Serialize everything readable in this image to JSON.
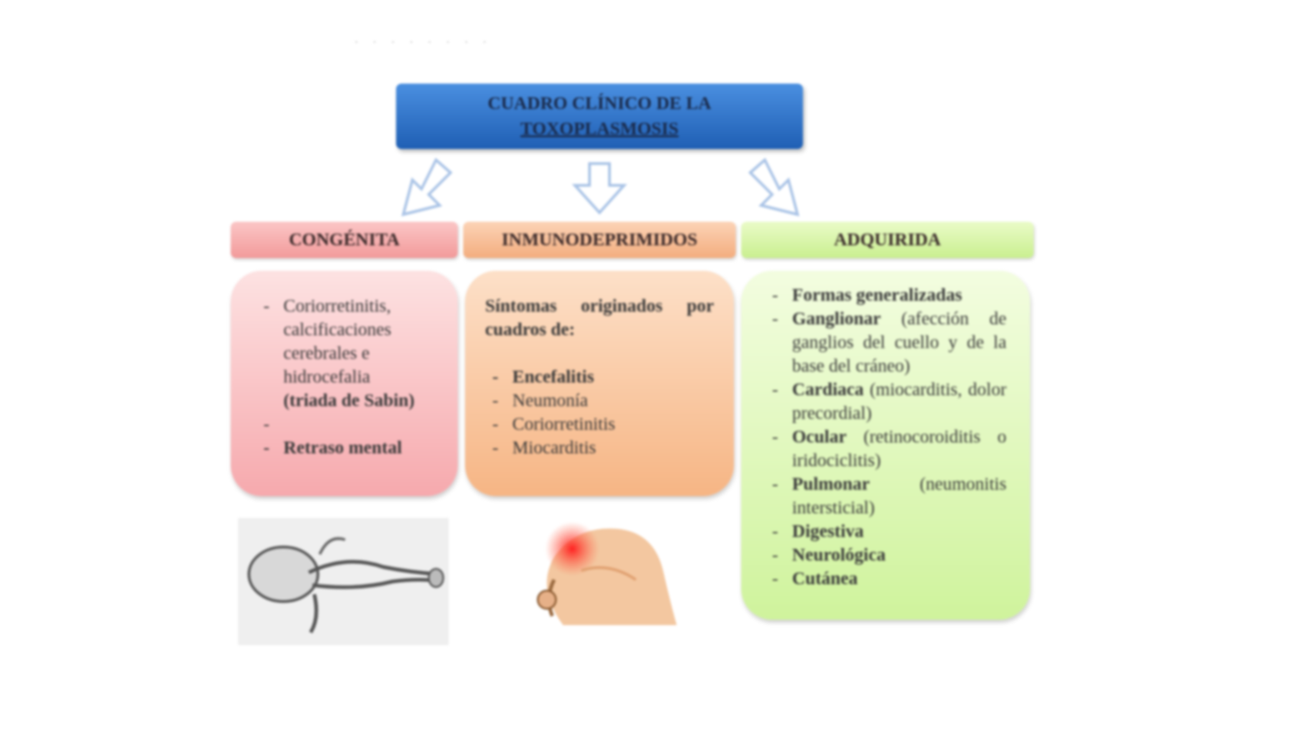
{
  "faint_header": "· · · · ·  · · ·",
  "title": {
    "line1": "CUADRO CLÍNICO DE LA",
    "line2": "TOXOPLASMOSIS"
  },
  "columns": [
    {
      "header": "CONGÉNITA",
      "item1_lines": [
        "Coriorretinitis,",
        "calcificaciones",
        "cerebrales e",
        "hidrocefalia"
      ],
      "item1_bold": "(triada de Sabin)",
      "item2": "Retraso mental"
    },
    {
      "header": "INMUNODEPRIMIDOS",
      "intro": "Síntomas originados por cuadros de:",
      "items": [
        "Encefalitis",
        "Neumonía",
        "Coriorretinitis",
        "Miocarditis"
      ]
    },
    {
      "header": "ADQUIRIDA",
      "items": [
        {
          "bold": "Formas generalizadas",
          "rest": ""
        },
        {
          "bold": "Ganglionar",
          "rest": " (afección de ganglios del cuello y de la base del cráneo)"
        },
        {
          "bold": "Cardiaca",
          "rest": " (miocarditis, dolor precordial)"
        },
        {
          "bold": "Ocular",
          "rest": " (retinocoroiditis o iridociclitis)"
        },
        {
          "bold": "Pulmonar",
          "rest": " (neumonitis intersticial)"
        },
        {
          "bold": "Digestiva",
          "rest": ""
        },
        {
          "bold": "Neurológica",
          "rest": ""
        },
        {
          "bold": "Cutánea",
          "rest": ""
        }
      ]
    }
  ],
  "colors": {
    "title_box": "#2f73cc",
    "congenita": "#f29a9a",
    "inmunodeprimidos": "#f3ad7e",
    "adquirida": "#c9ef8f",
    "arrow": "#a9c3e6"
  }
}
